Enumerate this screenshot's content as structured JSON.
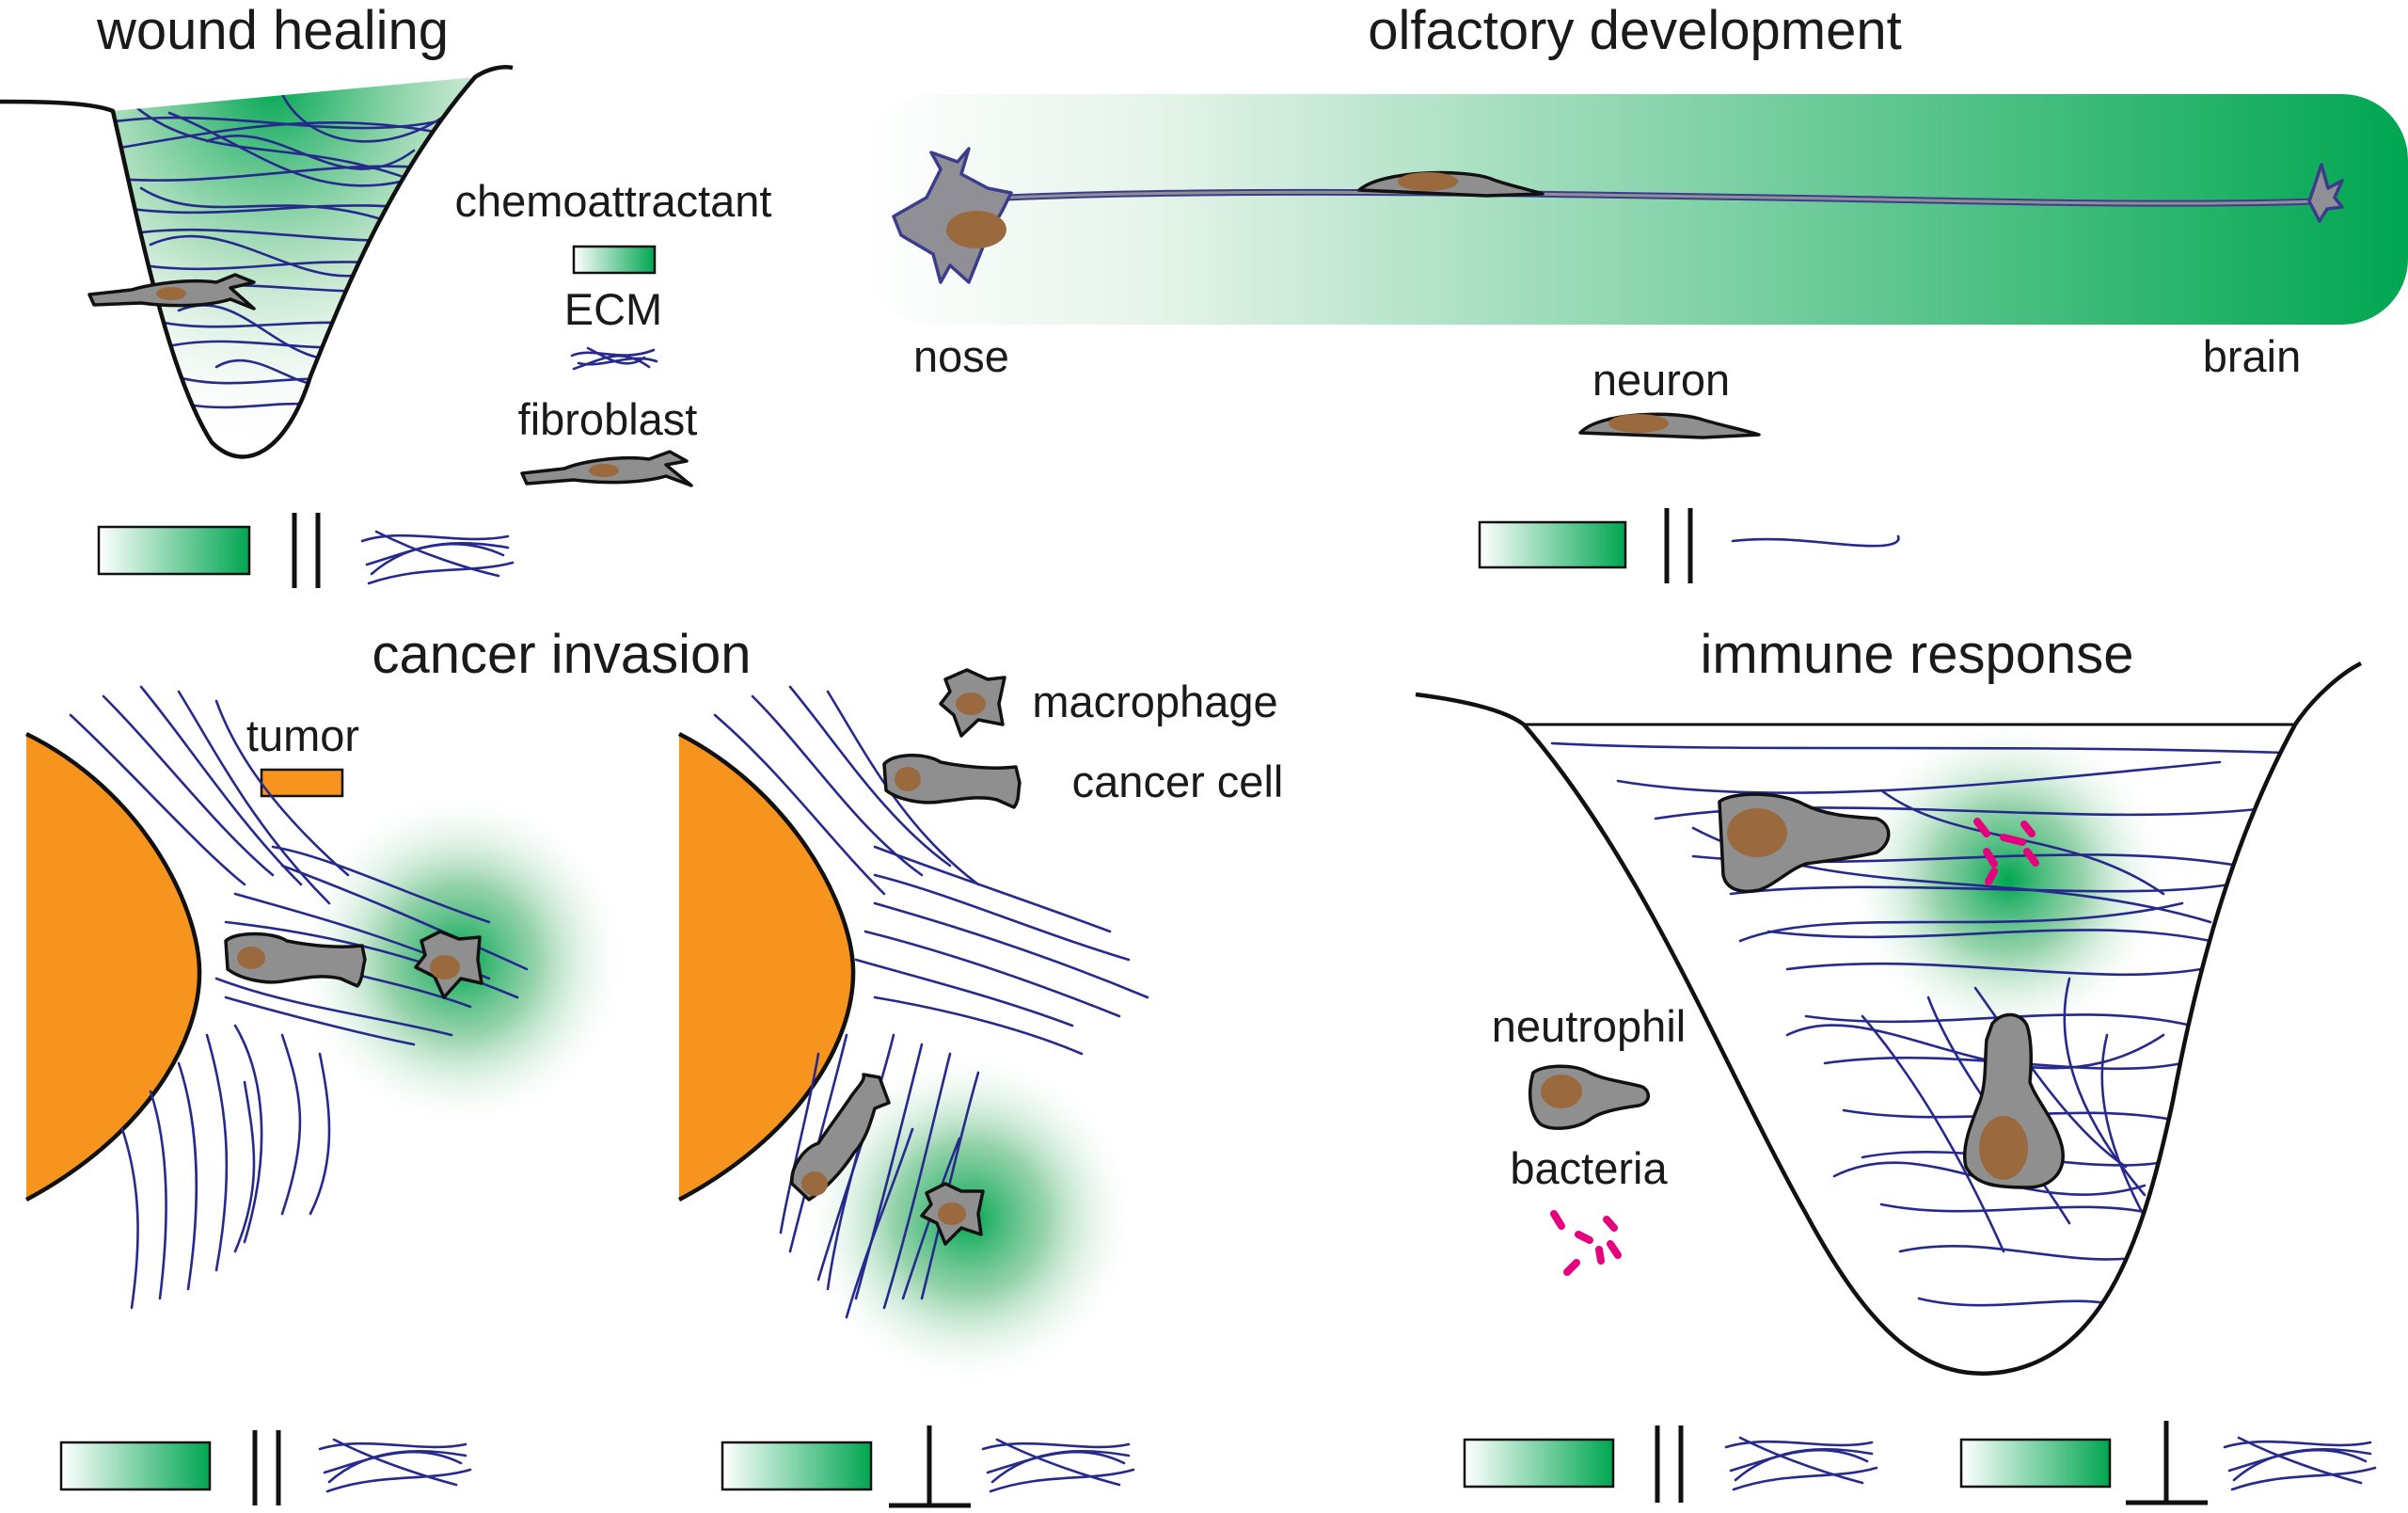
{
  "panels": {
    "wound_healing": {
      "title": "wound healing",
      "legend": {
        "chemoattractant": "chemoattractant",
        "ecm": "ECM",
        "fibroblast": "fibroblast"
      },
      "relation": "parallel"
    },
    "olfactory_development": {
      "title": "olfactory development",
      "labels": {
        "start": "nose",
        "end": "brain",
        "cell": "neuron"
      },
      "relation": "parallel"
    },
    "cancer_invasion": {
      "title": "cancer invasion",
      "legend": {
        "tumor": "tumor",
        "macrophage": "macrophage",
        "cancer_cell": "cancer cell"
      },
      "relations": [
        "parallel",
        "perpendicular"
      ]
    },
    "immune_response": {
      "title": "immune response",
      "legend": {
        "neutrophil": "neutrophil",
        "bacteria": "bacteria"
      },
      "relations": [
        "parallel",
        "perpendicular"
      ]
    }
  },
  "colors": {
    "chemoattractant": "#00a651",
    "ecm_fiber": "#262a8c",
    "tumor": "#f7941d",
    "bacteria": "#e6007e",
    "cell": "#8f8f8f",
    "nucleus": "#9a6a3e"
  },
  "icons": {
    "parallel": "parallel-lines-icon",
    "perpendicular": "perpendicular-icon",
    "gradient": "gradient-bar-icon",
    "fibers": "fiber-bundle-icon"
  }
}
